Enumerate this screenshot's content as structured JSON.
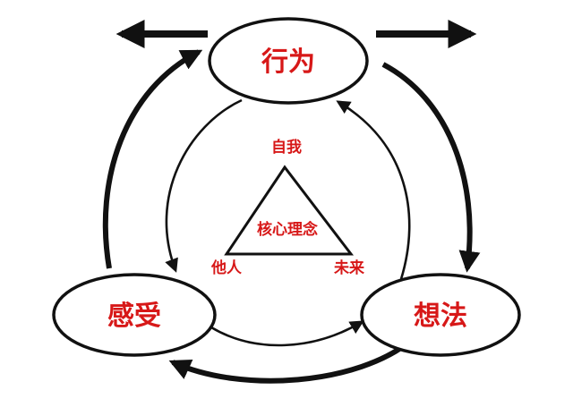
{
  "diagram": {
    "nodes": {
      "top": "行为",
      "left": "感受",
      "right": "想法"
    },
    "triangle": {
      "center": "核心理念",
      "top": "自我",
      "left": "他人",
      "right": "未来"
    },
    "colors": {
      "label": "#d71818",
      "stroke": "#111111",
      "background": "#ffffff"
    }
  }
}
